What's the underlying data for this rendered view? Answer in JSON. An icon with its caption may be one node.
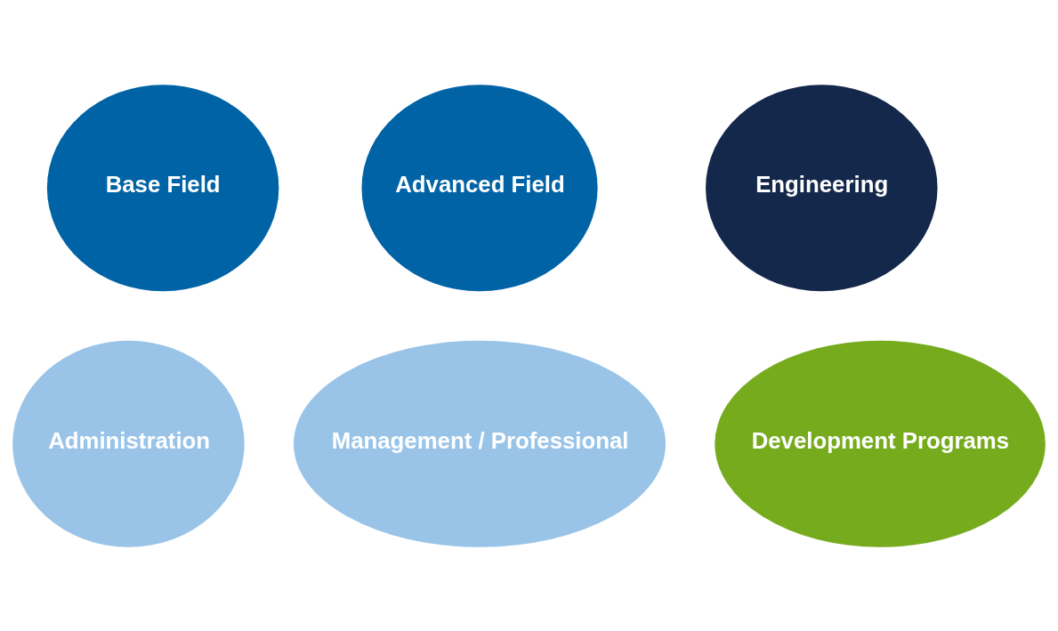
{
  "diagram": {
    "nodes": [
      {
        "text": [
          "Base Field"
        ]
      },
      {
        "text": [
          "Advanced Field"
        ]
      },
      {
        "text": [
          "Engineering"
        ]
      },
      {
        "text": [
          "Administration"
        ]
      },
      {
        "text": [
          "Management / Professional"
        ]
      },
      {
        "text": [
          "Development Programs"
        ]
      }
    ]
  }
}
